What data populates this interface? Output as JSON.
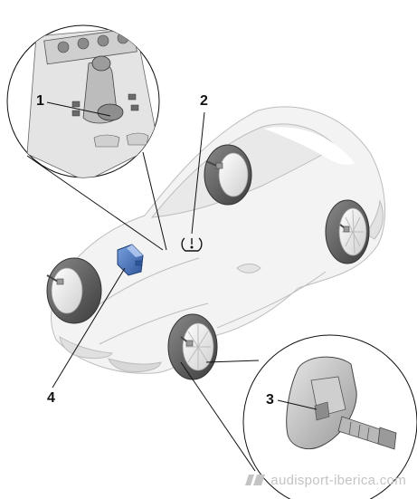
{
  "callouts": [
    {
      "id": "1",
      "label": "1"
    },
    {
      "id": "2",
      "label": "2"
    },
    {
      "id": "3",
      "label": "3"
    },
    {
      "id": "4",
      "label": "4"
    }
  ],
  "watermark": "audisport-iberica.com",
  "colors": {
    "ink": "#111111",
    "body": "#f2f2f2",
    "tire": "#5a5a5a",
    "control_unit": "#3f6fb5",
    "watermark": "#c4c4c4"
  },
  "icons": [
    "tpms-warning-icon",
    "valve-sensor",
    "control-unit",
    "console-button"
  ]
}
